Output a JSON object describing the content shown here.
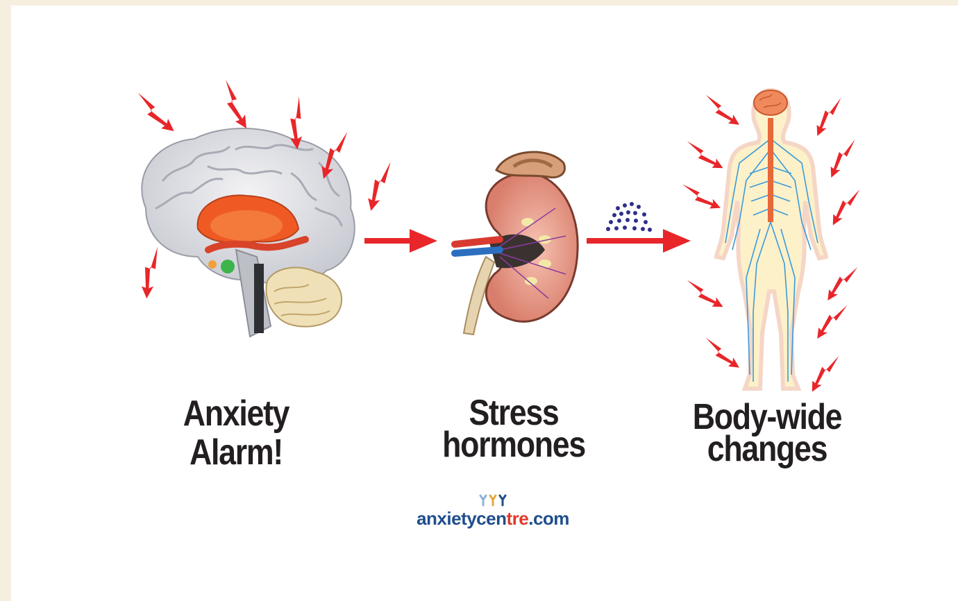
{
  "stages": [
    {
      "label_lines": [
        "Anxiety Alarm!"
      ],
      "illustration": "brain-icon"
    },
    {
      "label_lines": [
        "Stress",
        "hormones"
      ],
      "illustration": "kidney-adrenal-icon"
    },
    {
      "label_lines": [
        "Body-wide",
        "changes"
      ],
      "illustration": "nervous-system-body-icon"
    }
  ],
  "connectors": [
    "arrow-right-icon",
    "arrow-right-icon"
  ],
  "effects": [
    "lightning-bolt-icon",
    "hormone-particles-icon"
  ],
  "brand": {
    "part1": "anxietycen",
    "part2": "tre",
    "part3": ".com",
    "colors": {
      "primary": "#1f4e8c",
      "accent": "#e23a2c",
      "figures": [
        "#8fb4d9",
        "#e8a83a",
        "#1f4e8c"
      ]
    }
  },
  "colors": {
    "arrow": "#e8262a",
    "bolt": "#e8262a",
    "background": "#f6efdf",
    "panel": "#ffffff"
  }
}
